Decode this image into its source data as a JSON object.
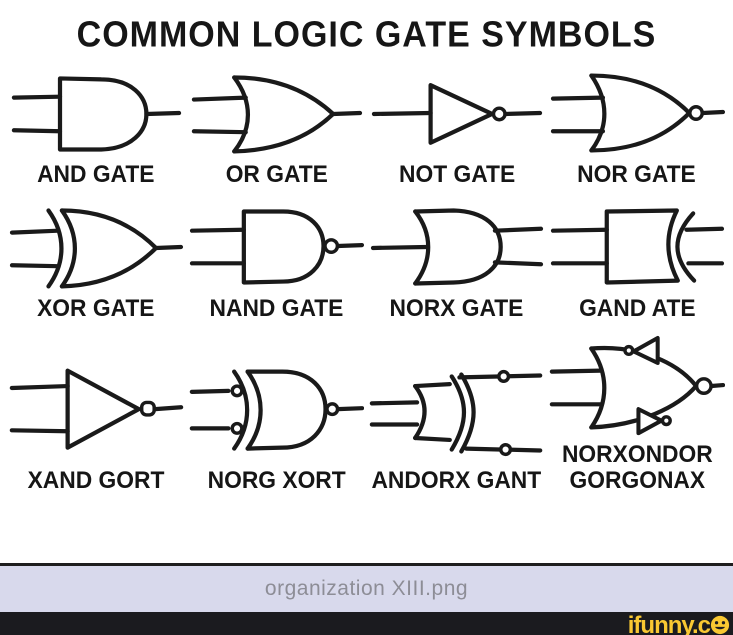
{
  "title": "COMMON LOGIC GATE SYMBOLS",
  "gates": [
    {
      "id": "and-gate",
      "label": "AND GATE"
    },
    {
      "id": "or-gate",
      "label": "OR GATE"
    },
    {
      "id": "not-gate",
      "label": "NOT GATE"
    },
    {
      "id": "nor-gate",
      "label": "NOR GATE"
    },
    {
      "id": "xor-gate",
      "label": "XOR GATE"
    },
    {
      "id": "nand-gate",
      "label": "NAND GATE"
    },
    {
      "id": "norx-gate",
      "label": "NORX GATE"
    },
    {
      "id": "gand-ate",
      "label": "GAND ATE"
    },
    {
      "id": "xand-gort",
      "label": "XAND GORT"
    },
    {
      "id": "norg-xort",
      "label": "NORG XORT"
    },
    {
      "id": "andorx-gant",
      "label": "ANDORX GANT"
    },
    {
      "id": "norxondor-gorgonax",
      "label": "NORXONDOR\nGORGONAX"
    }
  ],
  "footer": {
    "filename": "organization XIII.png",
    "watermark_text": "ifunny.c",
    "watermark_icon": "smiley-face"
  },
  "colors": {
    "ink": "#1a1a1a",
    "filename_bar_bg": "#d8d9ec",
    "filename_text": "#8d8d96",
    "watermark_bar_bg": "#1b1b1f",
    "brand_yellow": "#f9c832"
  }
}
